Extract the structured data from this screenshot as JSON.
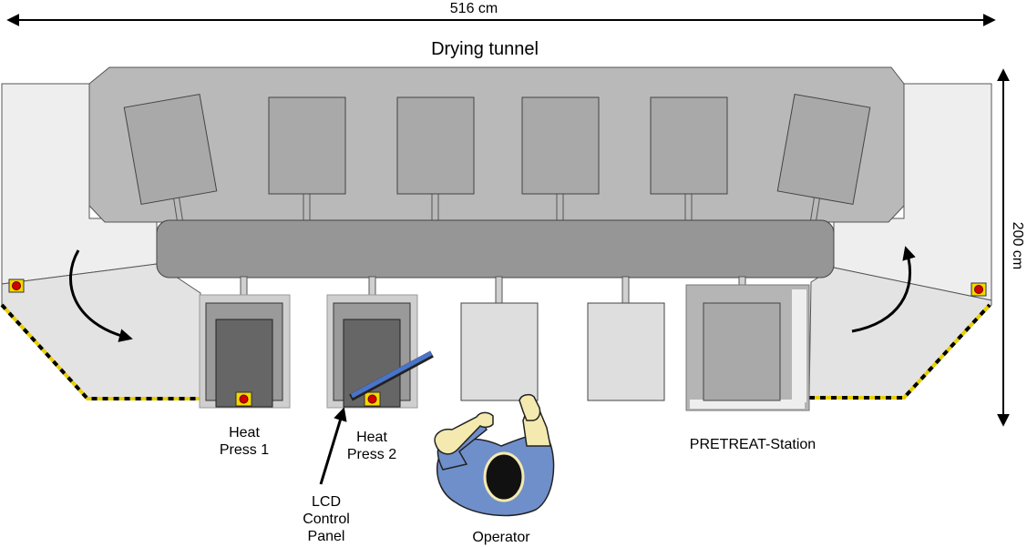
{
  "dimensions": {
    "width_label": "516 cm",
    "depth_label": "200 cm"
  },
  "tunnel": {
    "title": "Drying tunnel"
  },
  "stations": {
    "heat_press_1": {
      "line1": "Heat",
      "line2": "Press 1"
    },
    "heat_press_2": {
      "line1": "Heat",
      "line2": "Press 2"
    },
    "pretreat": {
      "label": "PRETREAT-Station"
    }
  },
  "lcd_panel": {
    "line1": "LCD",
    "line2": "Control",
    "line3": "Panel"
  },
  "operator": {
    "label": "Operator"
  },
  "colors": {
    "tunnel_body": "#b9b9b9",
    "conveyor": "#969696",
    "tray": "#a9a9a9",
    "platform": "#eeeeee",
    "press_dark": "#666666",
    "press_mid": "#9a9a9a",
    "button_yellow": "#f5d800",
    "button_red": "#d30000",
    "lcd_blue": "#4a74c9",
    "operator_shirt": "#6f8fcb",
    "operator_skin": "#f4eab0",
    "hazard_yellow": "#e8d000"
  }
}
